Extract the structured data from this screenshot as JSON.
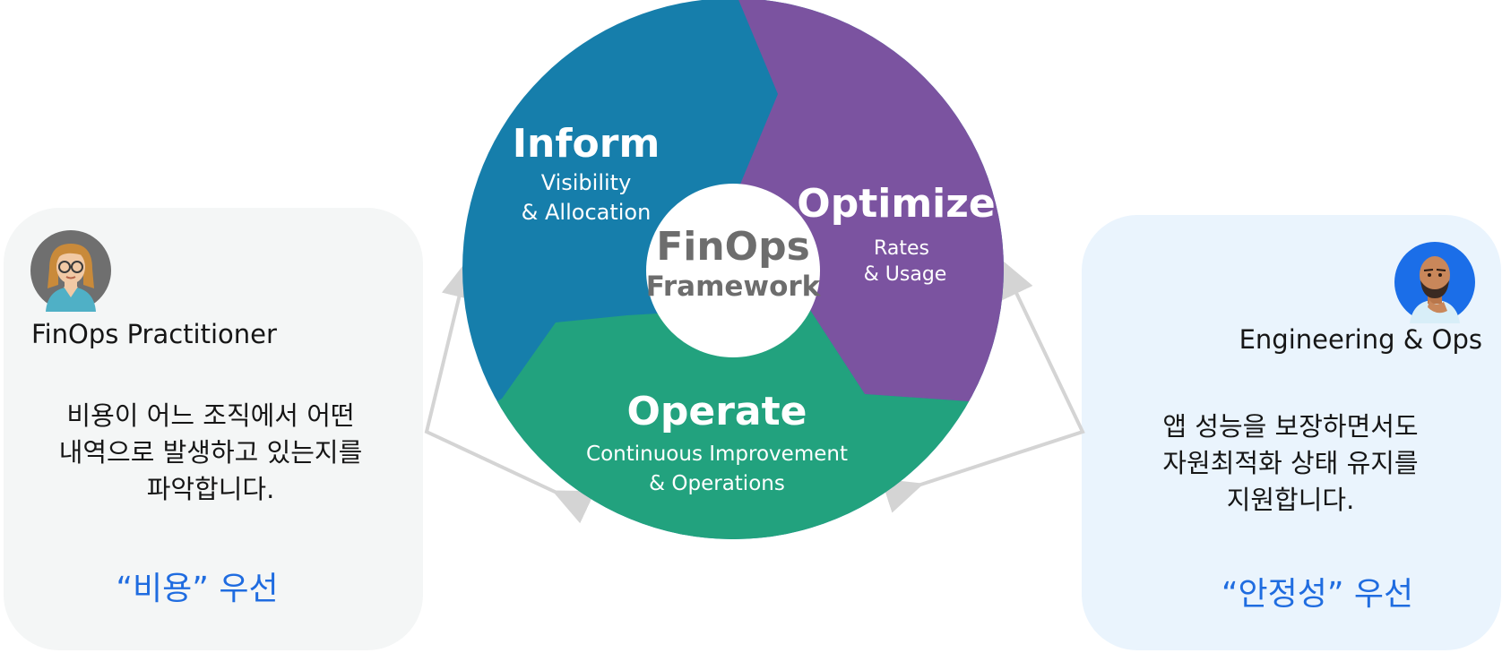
{
  "framework": {
    "center_line1": "FinOps",
    "center_line2": "Framework",
    "colors": {
      "inform": "#167eab",
      "optimize": "#7b53a0",
      "operate": "#22a27e",
      "center": "#ffffff",
      "arrow": "#d4d4d4"
    },
    "inform": {
      "title": "Inform",
      "sub1": "Visibility",
      "sub2": "& Allocation"
    },
    "optimize": {
      "title": "Optimize",
      "sub1": "Rates",
      "sub2": "& Usage"
    },
    "operate": {
      "title": "Operate",
      "sub1": "Continuous Improvement",
      "sub2": "& Operations"
    }
  },
  "left": {
    "avatar_icon": "woman-practitioner-avatar-icon",
    "role": "FinOps Practitioner",
    "desc_lines": [
      "비용이 어느 조직에서 어떤",
      "내역으로 발생하고 있는지를",
      "파악합니다."
    ],
    "priority": "“비용” 우선"
  },
  "right": {
    "avatar_icon": "man-engineer-avatar-icon",
    "role": "Engineering & Ops",
    "desc_lines": [
      "앱 성능을 보장하면서도",
      "자원최적화 상태 유지를",
      "지원합니다."
    ],
    "priority": "“안정성” 우선"
  },
  "accent_color": "#1f6ce0"
}
